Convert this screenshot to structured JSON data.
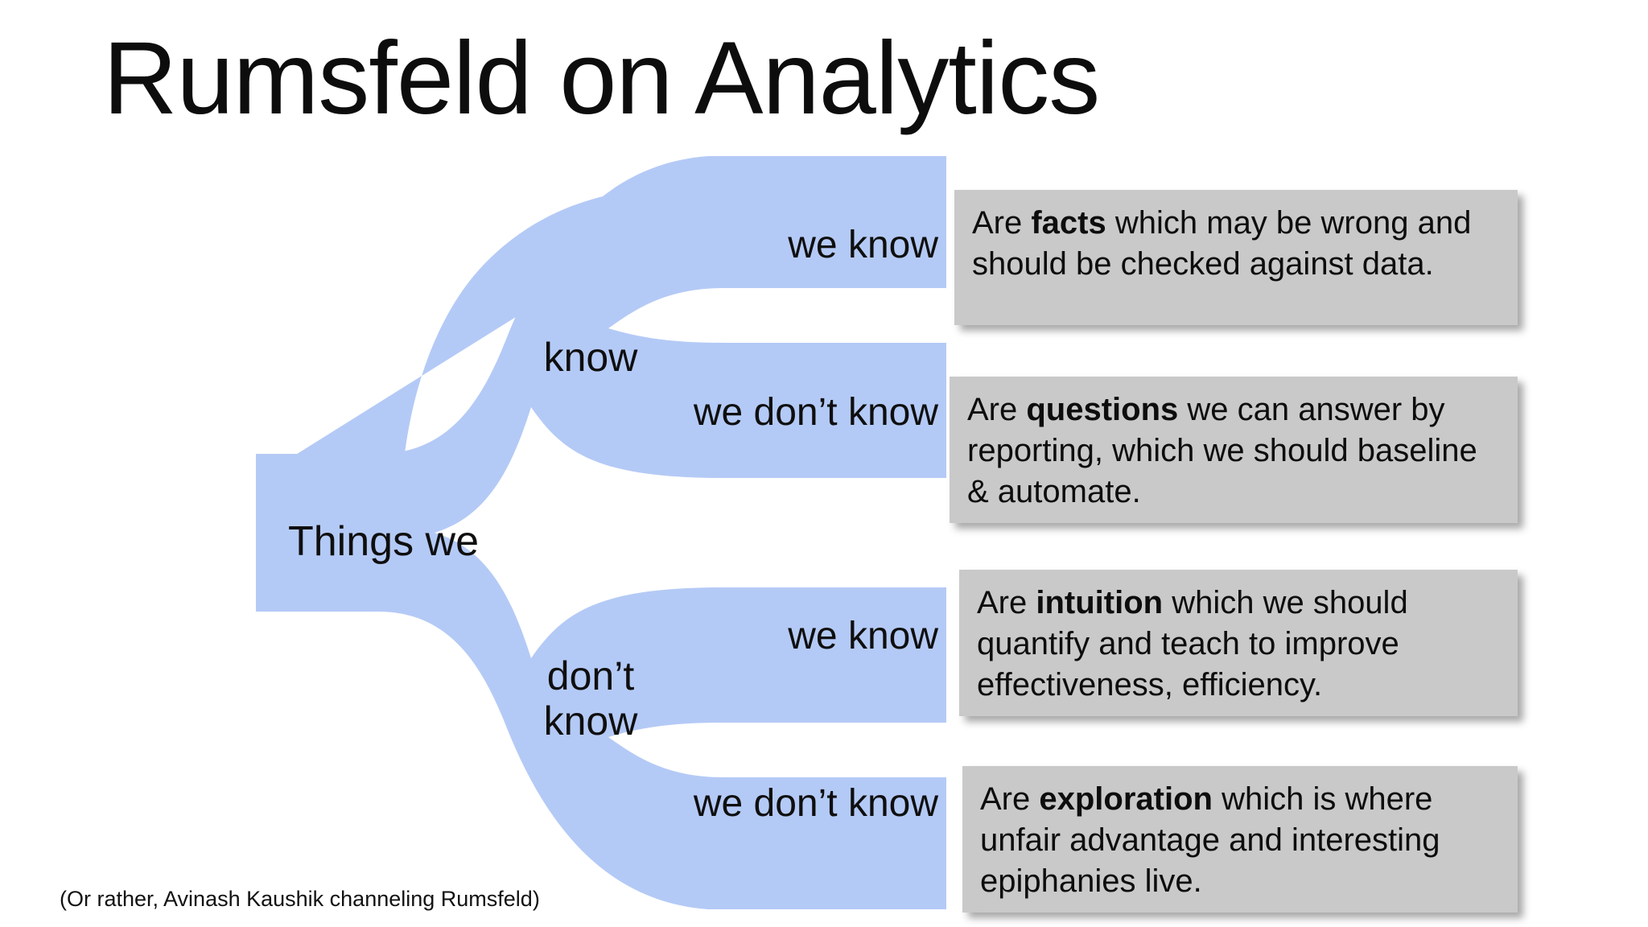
{
  "slide": {
    "title": "Rumsfeld on Analytics",
    "footnote": "(Or rather, Avinash Kaushik channeling Rumsfeld)",
    "background_color": "#ffffff",
    "tree_color": "#b4caf6",
    "box_color": "#c9c9c9",
    "text_color": "#0d0d0d"
  },
  "diagram": {
    "root_label": "Things we",
    "branches": [
      {
        "label": "know",
        "leaves": [
          {
            "label": "we know",
            "description_prefix": "Are ",
            "description_bold": "facts",
            "description_suffix": " which may be wrong and should be checked against data."
          },
          {
            "label": "we don’t know",
            "description_prefix": "Are ",
            "description_bold": "questions",
            "description_suffix": " we can answer by reporting, which we should baseline & automate."
          }
        ]
      },
      {
        "label": "don’t know",
        "leaves": [
          {
            "label": "we know",
            "description_prefix": "Are ",
            "description_bold": "intuition",
            "description_suffix": " which we should quantify and teach to improve effectiveness, efficiency."
          },
          {
            "label": "we don’t know",
            "description_prefix": "Are ",
            "description_bold": "exploration",
            "description_suffix": " which is where unfair advantage and interesting epiphanies live."
          }
        ]
      }
    ]
  }
}
